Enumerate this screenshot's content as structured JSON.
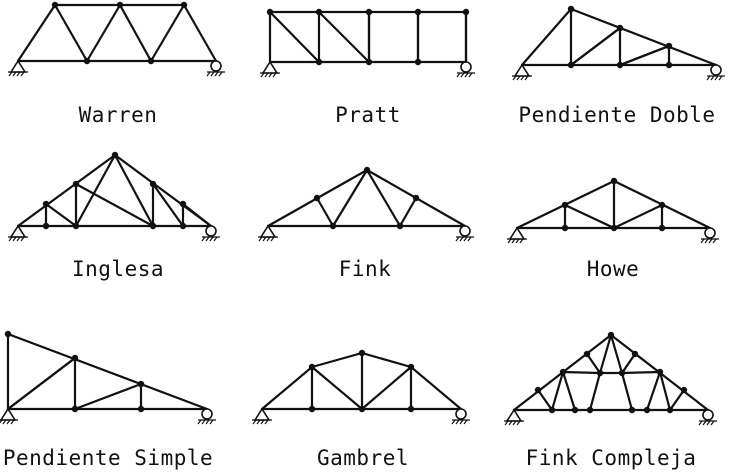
{
  "trusses": [
    {
      "id": "warren",
      "label": "Warren"
    },
    {
      "id": "pratt",
      "label": "Pratt"
    },
    {
      "id": "pendiente-doble",
      "label": "Pendiente Doble"
    },
    {
      "id": "inglesa",
      "label": "Inglesa"
    },
    {
      "id": "fink",
      "label": "Fink"
    },
    {
      "id": "howe",
      "label": "Howe"
    },
    {
      "id": "pendiente-simple",
      "label": "Pendiente Simple"
    },
    {
      "id": "gambrel",
      "label": "Gambrel"
    },
    {
      "id": "fink-compleja",
      "label": "Fink Compleja"
    }
  ]
}
